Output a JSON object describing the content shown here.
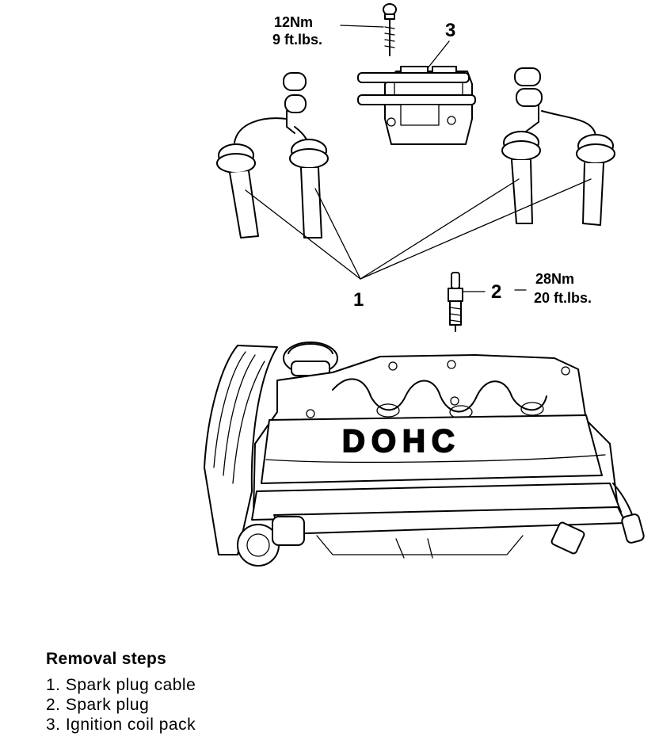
{
  "diagram": {
    "labels": {
      "part1": "1",
      "part2": "2",
      "part3": "3"
    },
    "torque_bolt": {
      "metric": "12Nm",
      "imperial": "9 ft.lbs."
    },
    "torque_plug": {
      "metric": "28Nm",
      "imperial": "20 ft.lbs."
    },
    "cover_text": "DOHC"
  },
  "steps": {
    "heading": "Removal steps",
    "items": [
      "1. Spark plug cable",
      "2. Spark plug",
      "3. Ignition coil pack"
    ]
  }
}
